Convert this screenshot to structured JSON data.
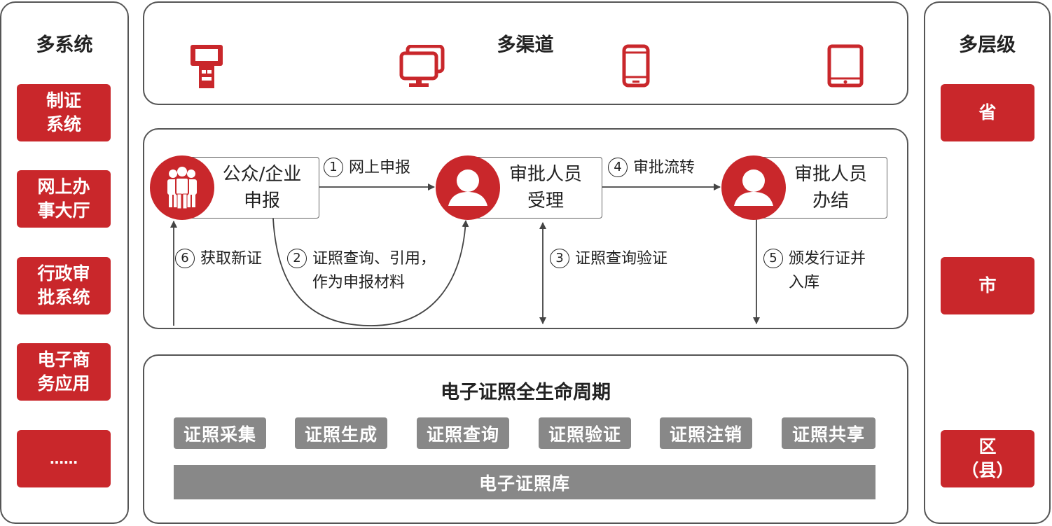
{
  "left_panel": {
    "title": "多系统",
    "items": [
      "制证\n系统",
      "网上办\n事大厅",
      "行政审\n批系统",
      "电子商\n务应用",
      "……"
    ]
  },
  "right_panel": {
    "title": "多层级",
    "items": [
      "省",
      "市",
      "区\n（县）"
    ]
  },
  "channels": {
    "title": "多渠道",
    "icons": [
      "kiosk-icon",
      "desktop-computer-icon",
      "mobile-phone-icon",
      "tablet-icon"
    ]
  },
  "process": {
    "actors": {
      "public": "公众/企业\n申报",
      "approver_accept": "审批人员\n受理",
      "approver_finish": "审批人员\n办结"
    },
    "steps": {
      "s1": {
        "num": "1",
        "text": "网上申报"
      },
      "s2": {
        "num": "2",
        "text": "证照查询、引用，\n作为申报材料"
      },
      "s3": {
        "num": "3",
        "text": "证照查询验证"
      },
      "s4": {
        "num": "4",
        "text": "审批流转"
      },
      "s5": {
        "num": "5",
        "text": "颁发行证并\n入库"
      },
      "s6": {
        "num": "6",
        "text": "获取新证"
      }
    }
  },
  "lifecycle": {
    "title": "电子证照全生命周期",
    "stages": [
      "证照采集",
      "证照生成",
      "证照查询",
      "证照验证",
      "证照注销",
      "证照共享"
    ],
    "library": "电子证照库"
  },
  "colors": {
    "accent": "#c9272b",
    "gray": "#888888",
    "border": "#555555"
  }
}
